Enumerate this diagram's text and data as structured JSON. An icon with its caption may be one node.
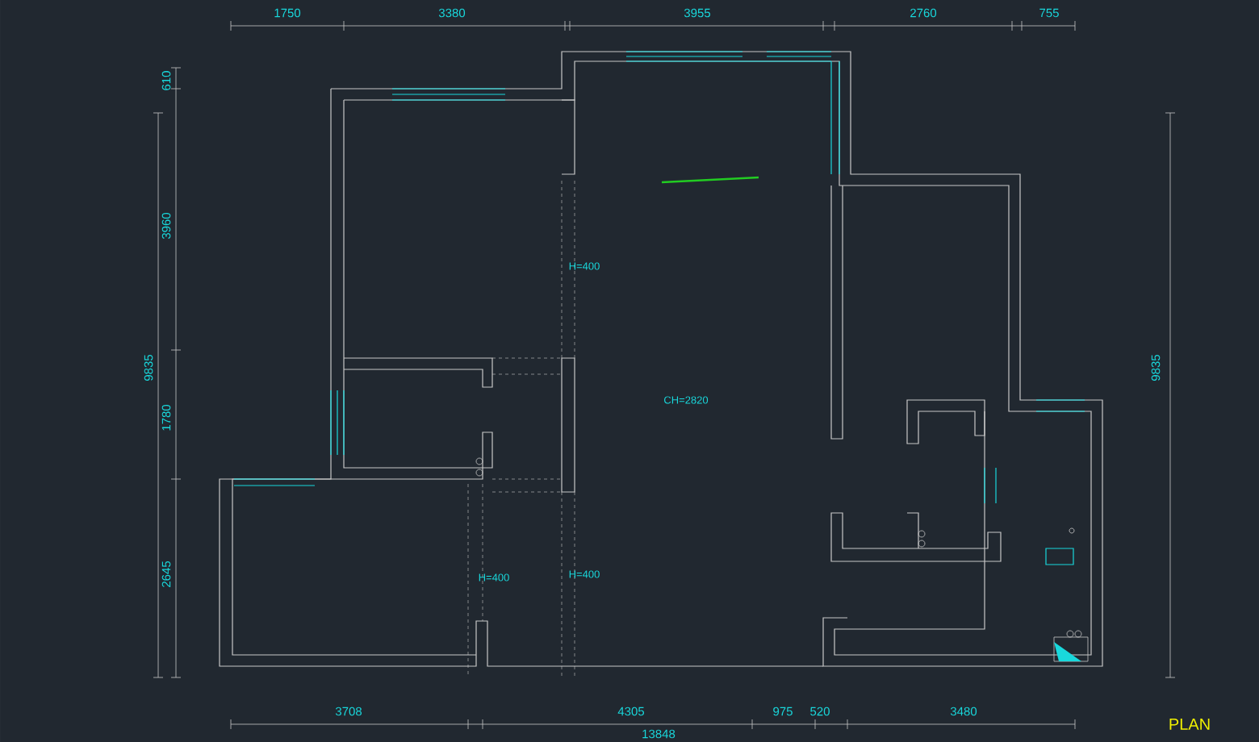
{
  "diagram": {
    "labels": [
      "1750",
      "3380",
      "3955",
      "2760",
      "755",
      "610",
      "3960",
      "9835",
      "H=400",
      "CH=2820",
      "9835",
      "1780",
      "2645",
      "H=400",
      "H=400",
      "3708",
      "4305",
      "975",
      "520",
      "3480",
      "13848",
      "PLAN"
    ]
  }
}
